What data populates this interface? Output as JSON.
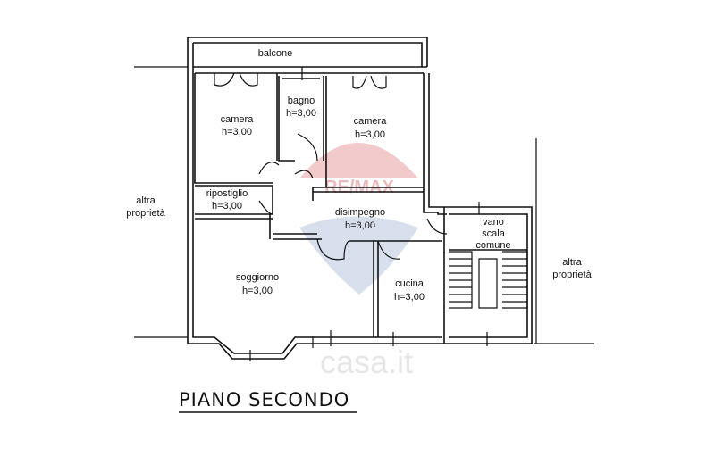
{
  "plan": {
    "title": "PIANO SECONDO",
    "rooms": {
      "balcone": "balcone",
      "camera_left": {
        "name": "camera",
        "height": "h=3,00"
      },
      "bagno": {
        "name": "bagno",
        "height": "h=3,00"
      },
      "camera_right": {
        "name": "camera",
        "height": "h=3,00"
      },
      "ripostiglio": {
        "name": "ripostiglio",
        "height": "h=3,00"
      },
      "disimpegno": {
        "name": "disimpegno",
        "height": "h=3,00"
      },
      "soggiorno": {
        "name": "soggiorno",
        "height": "h=3,00"
      },
      "cucina": {
        "name": "cucina",
        "height": "h=3,00"
      },
      "vano_scala": {
        "line1": "vano",
        "line2": "scala",
        "line3": "comune"
      }
    },
    "neighbors": {
      "left": {
        "line1": "altra",
        "line2": "proprietà"
      },
      "right": {
        "line1": "altra",
        "line2": "proprietà"
      }
    }
  },
  "watermarks": {
    "remax": "RE/MAX",
    "casa": "casa.it"
  },
  "colors": {
    "remax_red": "#e8a0a4",
    "remax_blue": "#b8c6e0",
    "ink": "#111111"
  }
}
